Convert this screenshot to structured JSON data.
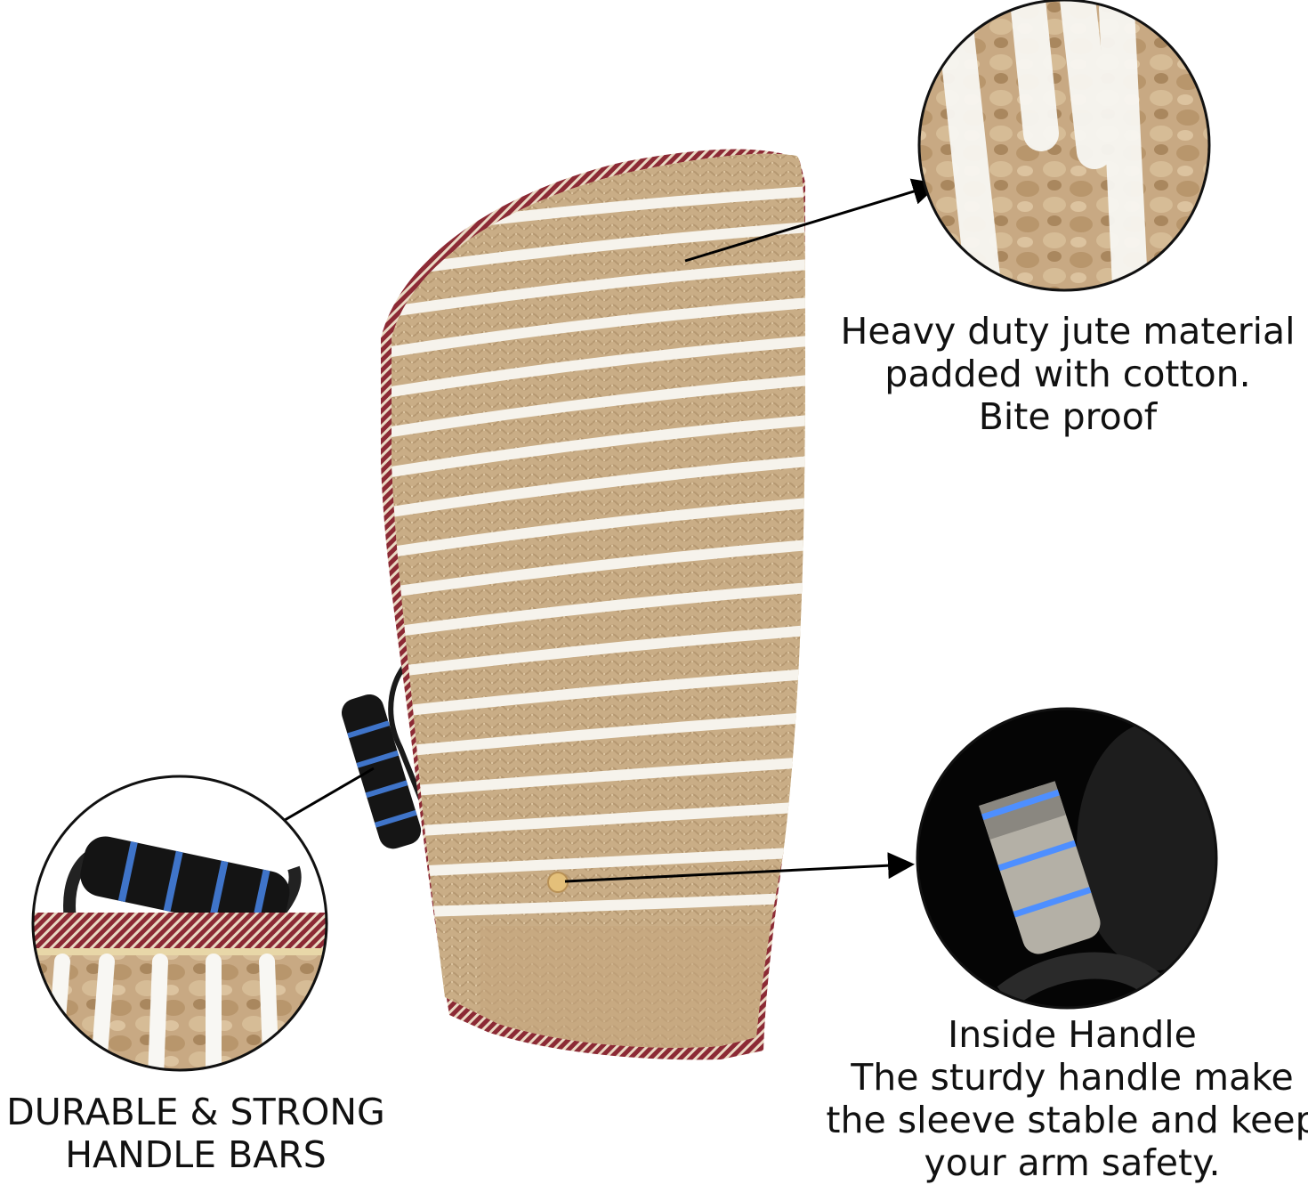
{
  "captions": {
    "material": {
      "line1": "Heavy duty jute material",
      "line2": "padded with cotton.",
      "line3": "Bite proof"
    },
    "handle_bars": {
      "line1": "DURABLE & STRONG",
      "line2": "HANDLE BARS"
    },
    "inside_handle": {
      "line1": "Inside Handle",
      "line2": "The sturdy handle make",
      "line3": "the sleeve stable and keep",
      "line4": "your arm safety."
    }
  },
  "colors": {
    "jute": "#c9ad86",
    "jute_dark": "#b39670",
    "stripe": "#f6f3ec",
    "binding": "#8c2a35",
    "binding_light": "#e9d9c3",
    "foam": "#151515",
    "foam_ring": "#3f74c9"
  }
}
